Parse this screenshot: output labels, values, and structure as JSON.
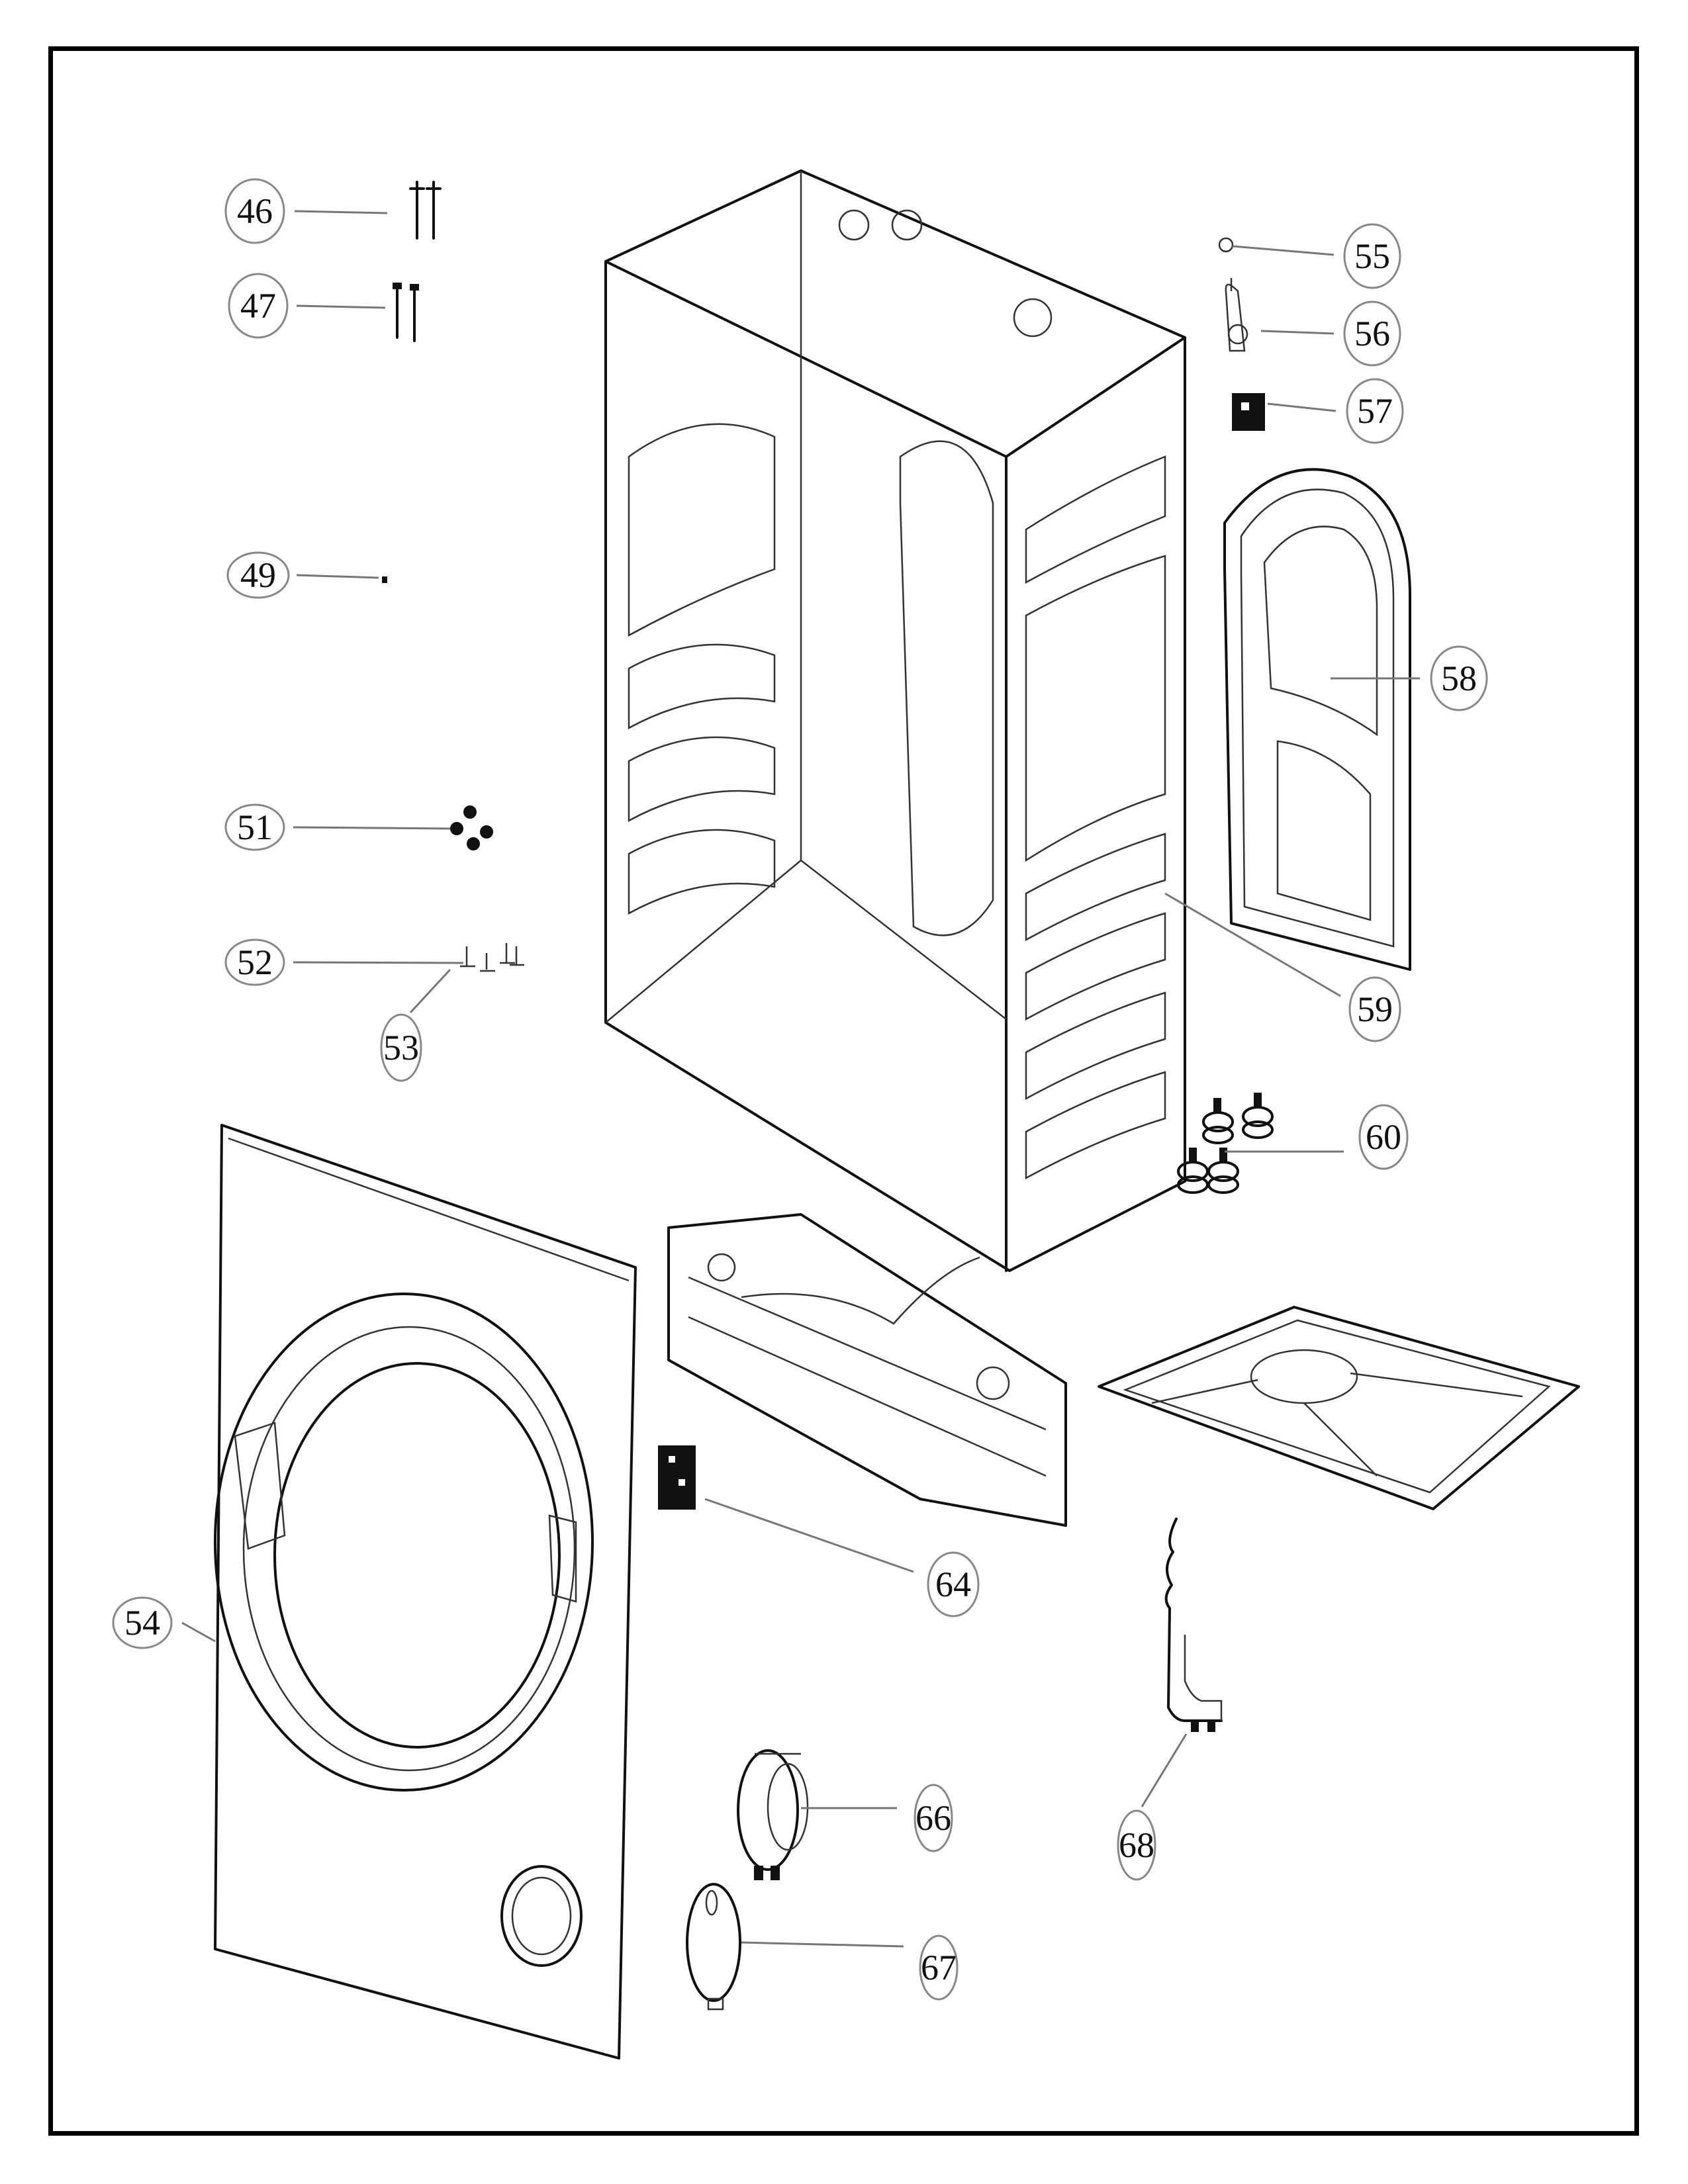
{
  "diagram": {
    "type": "exploded-parts-diagram",
    "subject": "washer cabinet and front panel assembly",
    "callouts": [
      {
        "id": "46",
        "label": "46",
        "part": "long screws (pair)"
      },
      {
        "id": "47",
        "label": "47",
        "part": "screws (pair)"
      },
      {
        "id": "49",
        "label": "49",
        "part": "small screw"
      },
      {
        "id": "51",
        "label": "51",
        "part": "nuts (set of 4)"
      },
      {
        "id": "52",
        "label": "52",
        "part": "bolts"
      },
      {
        "id": "53",
        "label": "53",
        "part": "washer"
      },
      {
        "id": "54",
        "label": "54",
        "part": "front panel"
      },
      {
        "id": "55",
        "label": "55",
        "part": "o-ring"
      },
      {
        "id": "56",
        "label": "56",
        "part": "valve/sensor"
      },
      {
        "id": "57",
        "label": "57",
        "part": "switch block"
      },
      {
        "id": "58",
        "label": "58",
        "part": "rear cover panel"
      },
      {
        "id": "59",
        "label": "59",
        "part": "cabinet"
      },
      {
        "id": "60",
        "label": "60",
        "part": "leveling feet (set of 4)"
      },
      {
        "id": "64",
        "label": "64",
        "part": "door lock"
      },
      {
        "id": "66",
        "label": "66",
        "part": "filter housing"
      },
      {
        "id": "67",
        "label": "67",
        "part": "filter cover"
      },
      {
        "id": "68",
        "label": "68",
        "part": "bracket"
      }
    ]
  }
}
